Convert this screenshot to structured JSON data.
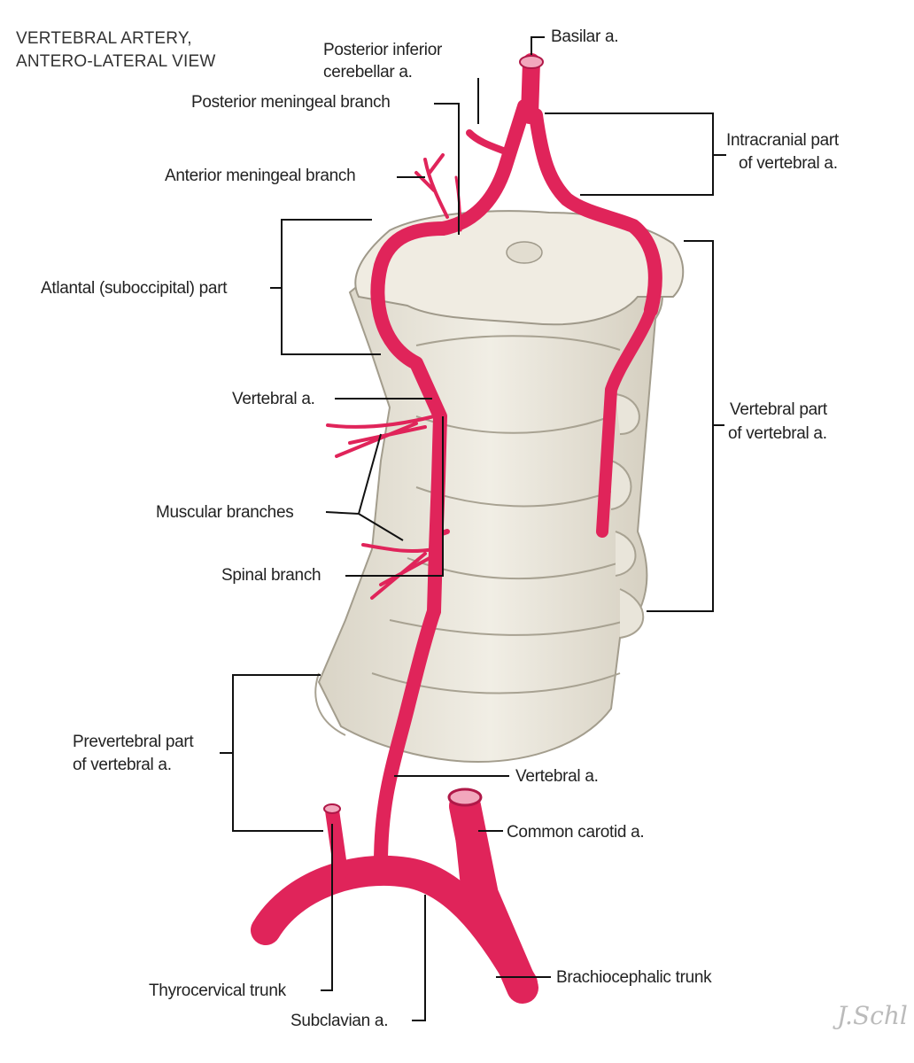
{
  "title": {
    "line1": "VERTEBRAL ARTERY,",
    "line2": "ANTERO-LATERAL VIEW"
  },
  "labels": {
    "basilar": "Basilar a.",
    "pica_line1": "Posterior inferior",
    "pica_line2": "cerebellar a.",
    "posterior_meningeal": "Posterior meningeal branch",
    "anterior_meningeal": "Anterior meningeal branch",
    "intracranial_line1": "Intracranial part",
    "intracranial_line2": "of vertebral a.",
    "atlantal": "Atlantal (suboccipital) part",
    "vertebral_a_upper": "Vertebral a.",
    "vertebral_part_line1": "Vertebral part",
    "vertebral_part_line2": "of vertebral a.",
    "muscular": "Muscular branches",
    "spinal": "Spinal branch",
    "prevertebral_line1": "Prevertebral part",
    "prevertebral_line2": "of vertebral a.",
    "vertebral_a_lower": "Vertebral a.",
    "common_carotid": "Common carotid a.",
    "thyrocervical": "Thyrocervical trunk",
    "brachiocephalic": "Brachiocephalic trunk",
    "subclavian": "Subclavian a."
  },
  "signature": "J.Schl",
  "colors": {
    "artery": "#e0245a",
    "artery_dark": "#b01848",
    "bone": "#ece8dc",
    "bone_shadow": "#c9c3b3",
    "leader": "#111111"
  }
}
